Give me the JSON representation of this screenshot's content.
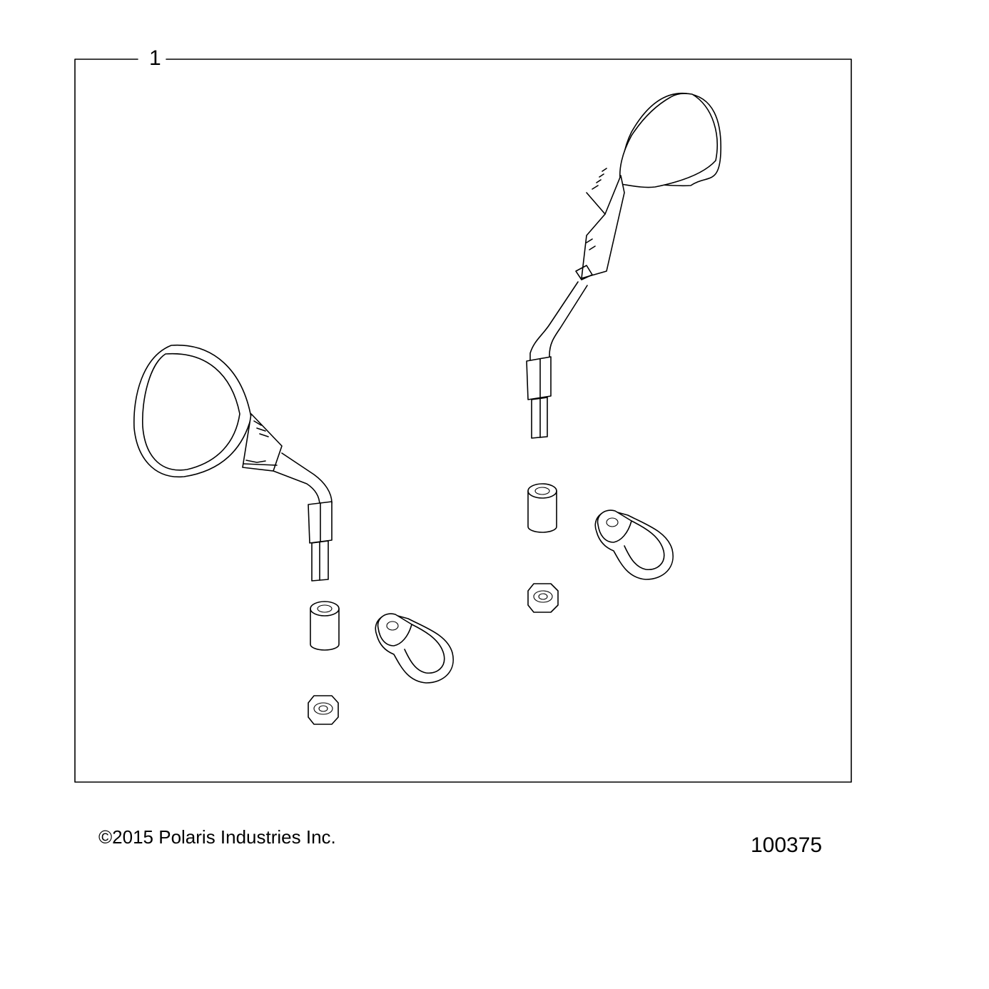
{
  "diagram": {
    "callout": "1",
    "copyright": "©2015 Polaris Industries Inc.",
    "figure_id": "100375"
  },
  "parts": [
    {
      "name": "mirror-right"
    },
    {
      "name": "mirror-left"
    },
    {
      "name": "spacer"
    },
    {
      "name": "clamp"
    },
    {
      "name": "nut"
    }
  ]
}
